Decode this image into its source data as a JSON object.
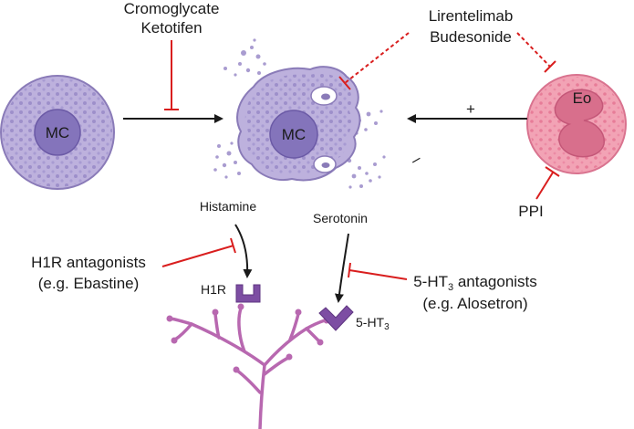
{
  "colors": {
    "mast_cell_fill": "#bdb1dd",
    "mast_cell_stroke": "#8a7bb8",
    "nucleus_fill": "#8474bb",
    "eosinophil_fill": "#f2a3b5",
    "eosinophil_nucleus": "#d86f8c",
    "inhibitor_red": "#d91e1e",
    "arrow_black": "#1a1a1a",
    "nerve_magenta": "#b868b0",
    "receptor_purple": "#7d4ea3"
  },
  "cells": {
    "mc_left_label": "MC",
    "mc_center_label": "MC",
    "eo_label": "Eo"
  },
  "drugs": {
    "stabilizers": [
      "Cromoglycate",
      "Ketotifen"
    ],
    "eo_drugs": [
      "Lirentelimab",
      "Budesonide"
    ],
    "ppi": "PPI",
    "h1_antagonists": [
      "H1R antagonists",
      "(e.g. Ebastine)"
    ],
    "ht3_antagonists": [
      "5-HT",
      "3",
      " antagonists",
      "(e.g. Alosetron)"
    ]
  },
  "mediators": {
    "histamine": "Histamine",
    "serotonin": "Serotonin"
  },
  "receptors": {
    "h1r": "H1R",
    "ht3_base": "5-HT",
    "ht3_sub": "3"
  },
  "signs": {
    "plus": "+",
    "minus": "–"
  }
}
